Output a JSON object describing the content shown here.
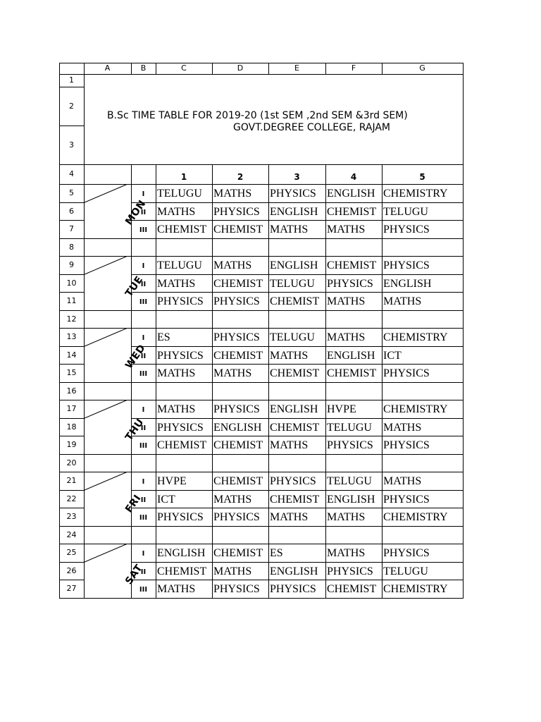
{
  "columns": [
    "",
    "A",
    "B",
    "C",
    "D",
    "E",
    "F",
    "G"
  ],
  "title": {
    "line1": "B.Sc TIME TABLE FOR 2019-20 (1st SEM ,2nd SEM &3rd SEM)",
    "line2": "GOVT.DEGREE COLLEGE, RAJAM"
  },
  "periods": [
    "1",
    "2",
    "3",
    "4",
    "5"
  ],
  "row_numbers": [
    "1",
    "2",
    "3",
    "4",
    "5",
    "6",
    "7",
    "8",
    "9",
    "10",
    "11",
    "12",
    "13",
    "14",
    "15",
    "16",
    "17",
    "18",
    "19",
    "20",
    "21",
    "22",
    "23",
    "24",
    "25",
    "26",
    "27"
  ],
  "days": [
    {
      "name": "MON",
      "rows": [
        {
          "sem": "I",
          "subjects": [
            "TELUGU",
            "MATHS",
            "PHYSICS",
            "ENGLISH",
            "CHEMISTRY"
          ]
        },
        {
          "sem": "II",
          "subjects": [
            "MATHS",
            "PHYSICS",
            "ENGLISH",
            "CHEMIST",
            "TELUGU"
          ]
        },
        {
          "sem": "III",
          "subjects": [
            "CHEMIST",
            "CHEMIST",
            "MATHS",
            "MATHS",
            "PHYSICS"
          ]
        }
      ]
    },
    {
      "name": "TUE",
      "rows": [
        {
          "sem": "I",
          "subjects": [
            "TELUGU",
            "MATHS",
            "ENGLISH",
            "CHEMIST",
            "PHYSICS"
          ]
        },
        {
          "sem": "II",
          "subjects": [
            "MATHS",
            "CHEMIST",
            "TELUGU",
            "PHYSICS",
            "ENGLISH"
          ]
        },
        {
          "sem": "III",
          "subjects": [
            "PHYSICS",
            "PHYSICS",
            "CHEMIST",
            "MATHS",
            "MATHS"
          ]
        }
      ]
    },
    {
      "name": "WED",
      "rows": [
        {
          "sem": "I",
          "subjects": [
            "ES",
            "PHYSICS",
            "TELUGU",
            "MATHS",
            "CHEMISTRY"
          ]
        },
        {
          "sem": "II",
          "subjects": [
            "PHYSICS",
            "CHEMIST",
            "MATHS",
            "ENGLISH",
            "ICT"
          ]
        },
        {
          "sem": "III",
          "subjects": [
            "MATHS",
            "MATHS",
            "CHEMIST",
            "CHEMIST",
            "PHYSICS"
          ]
        }
      ]
    },
    {
      "name": "THU",
      "rows": [
        {
          "sem": "I",
          "subjects": [
            "MATHS",
            "PHYSICS",
            "ENGLISH",
            "HVPE",
            "CHEMISTRY"
          ]
        },
        {
          "sem": "II",
          "subjects": [
            "PHYSICS",
            "ENGLISH",
            "CHEMIST",
            "TELUGU",
            "MATHS"
          ]
        },
        {
          "sem": "III",
          "subjects": [
            "CHEMIST",
            "CHEMIST",
            "MATHS",
            "PHYSICS",
            "PHYSICS"
          ]
        }
      ]
    },
    {
      "name": "FRI",
      "rows": [
        {
          "sem": "I",
          "subjects": [
            "HVPE",
            "CHEMIST",
            "PHYSICS",
            "TELUGU",
            "MATHS"
          ]
        },
        {
          "sem": "II",
          "subjects": [
            "ICT",
            "MATHS",
            "CHEMIST",
            "ENGLISH",
            "PHYSICS"
          ]
        },
        {
          "sem": "III",
          "subjects": [
            "PHYSICS",
            "PHYSICS",
            "MATHS",
            "MATHS",
            "CHEMISTRY"
          ]
        }
      ]
    },
    {
      "name": "SAT",
      "rows": [
        {
          "sem": "I",
          "subjects": [
            "ENGLISH",
            "CHEMIST",
            "ES",
            "MATHS",
            "PHYSICS"
          ]
        },
        {
          "sem": "II",
          "subjects": [
            "CHEMIST",
            "MATHS",
            "ENGLISH",
            "PHYSICS",
            "TELUGU"
          ]
        },
        {
          "sem": "III",
          "subjects": [
            "MATHS",
            "PHYSICS",
            "PHYSICS",
            "CHEMIST",
            "CHEMISTRY"
          ]
        }
      ]
    }
  ]
}
